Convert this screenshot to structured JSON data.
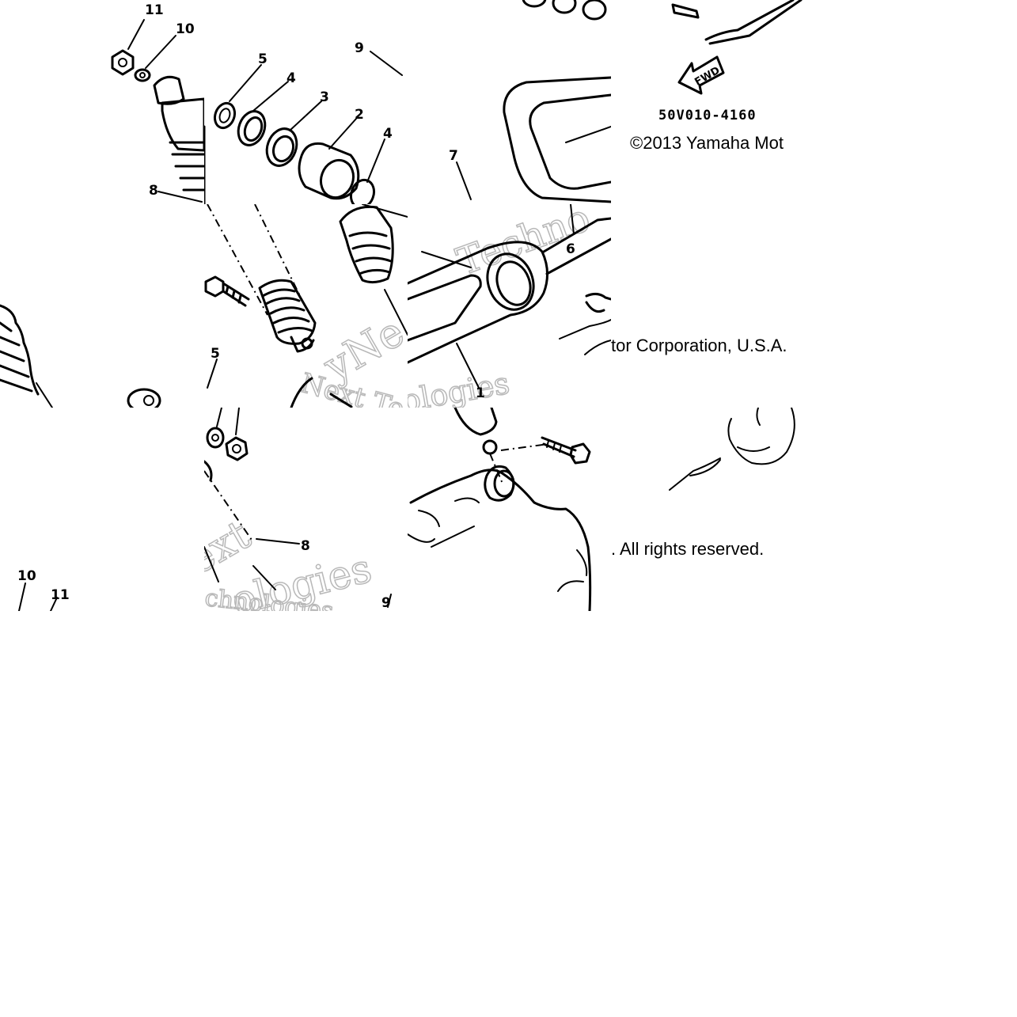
{
  "diagram": {
    "callouts": [
      "11",
      "10",
      "5",
      "4",
      "3",
      "2",
      "4",
      "9",
      "8",
      "7",
      "6",
      "1",
      "5",
      "8",
      "9",
      "10",
      "11"
    ],
    "fig_code": "50V010-4160",
    "arrow_label": "FWD",
    "copyright_line_1": "©2013 Yamaha Mot",
    "copyright_line_2": "tor Corporation, U.S.A.",
    "copyright_line_3": ". All rights reserved.",
    "watermarks": [
      "Techno",
      "yNe",
      "Next Te",
      "ologies",
      "ext",
      "chnologies",
      "ologies"
    ],
    "colors": {
      "ink": "#000000",
      "background": "#ffffff",
      "watermark": "#b8b8b8"
    }
  }
}
